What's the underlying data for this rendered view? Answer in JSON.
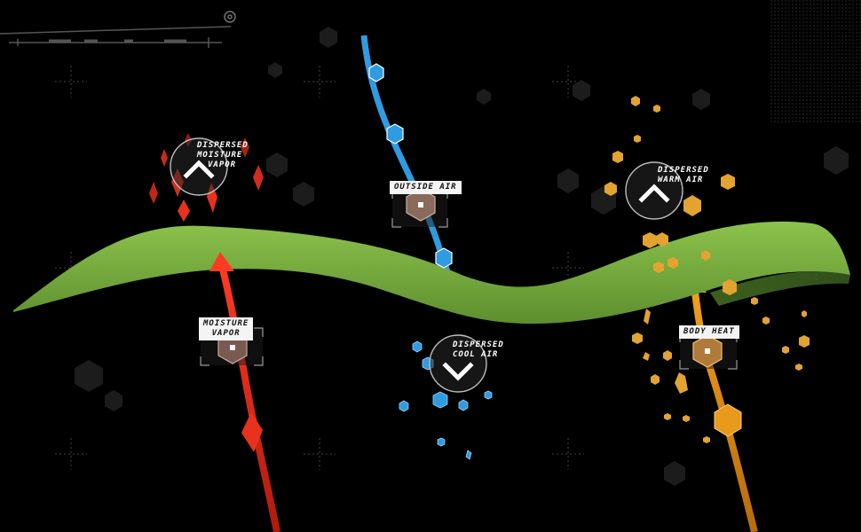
{
  "labels": {
    "dispersed_moisture_vapor": [
      "DISPERSED",
      "MOISTURE",
      "VAPOR"
    ],
    "outside_air": "OUTSIDE AIR",
    "dispersed_warm_air": [
      "DISPERSED",
      "WARM AIR"
    ],
    "moisture_vapor": [
      "MOISTURE",
      "VAPOR"
    ],
    "dispersed_cool_air": [
      "DISPERSED",
      "COOL AIR"
    ],
    "body_heat": "BODY HEAT"
  },
  "colors": {
    "background": "#000000",
    "fabric": "#7cb342",
    "moisture": "#e8321e",
    "cool_air": "#2f9be0",
    "warm_air": "#e89a1c",
    "label_bg": "#f4f4f4",
    "hud": "#6a6a6a"
  },
  "icons": {
    "dispersed_up": "chevron-up-icon",
    "dispersed_down": "chevron-down-icon",
    "node": "hexagon-icon",
    "hud_target": "target-icon"
  }
}
